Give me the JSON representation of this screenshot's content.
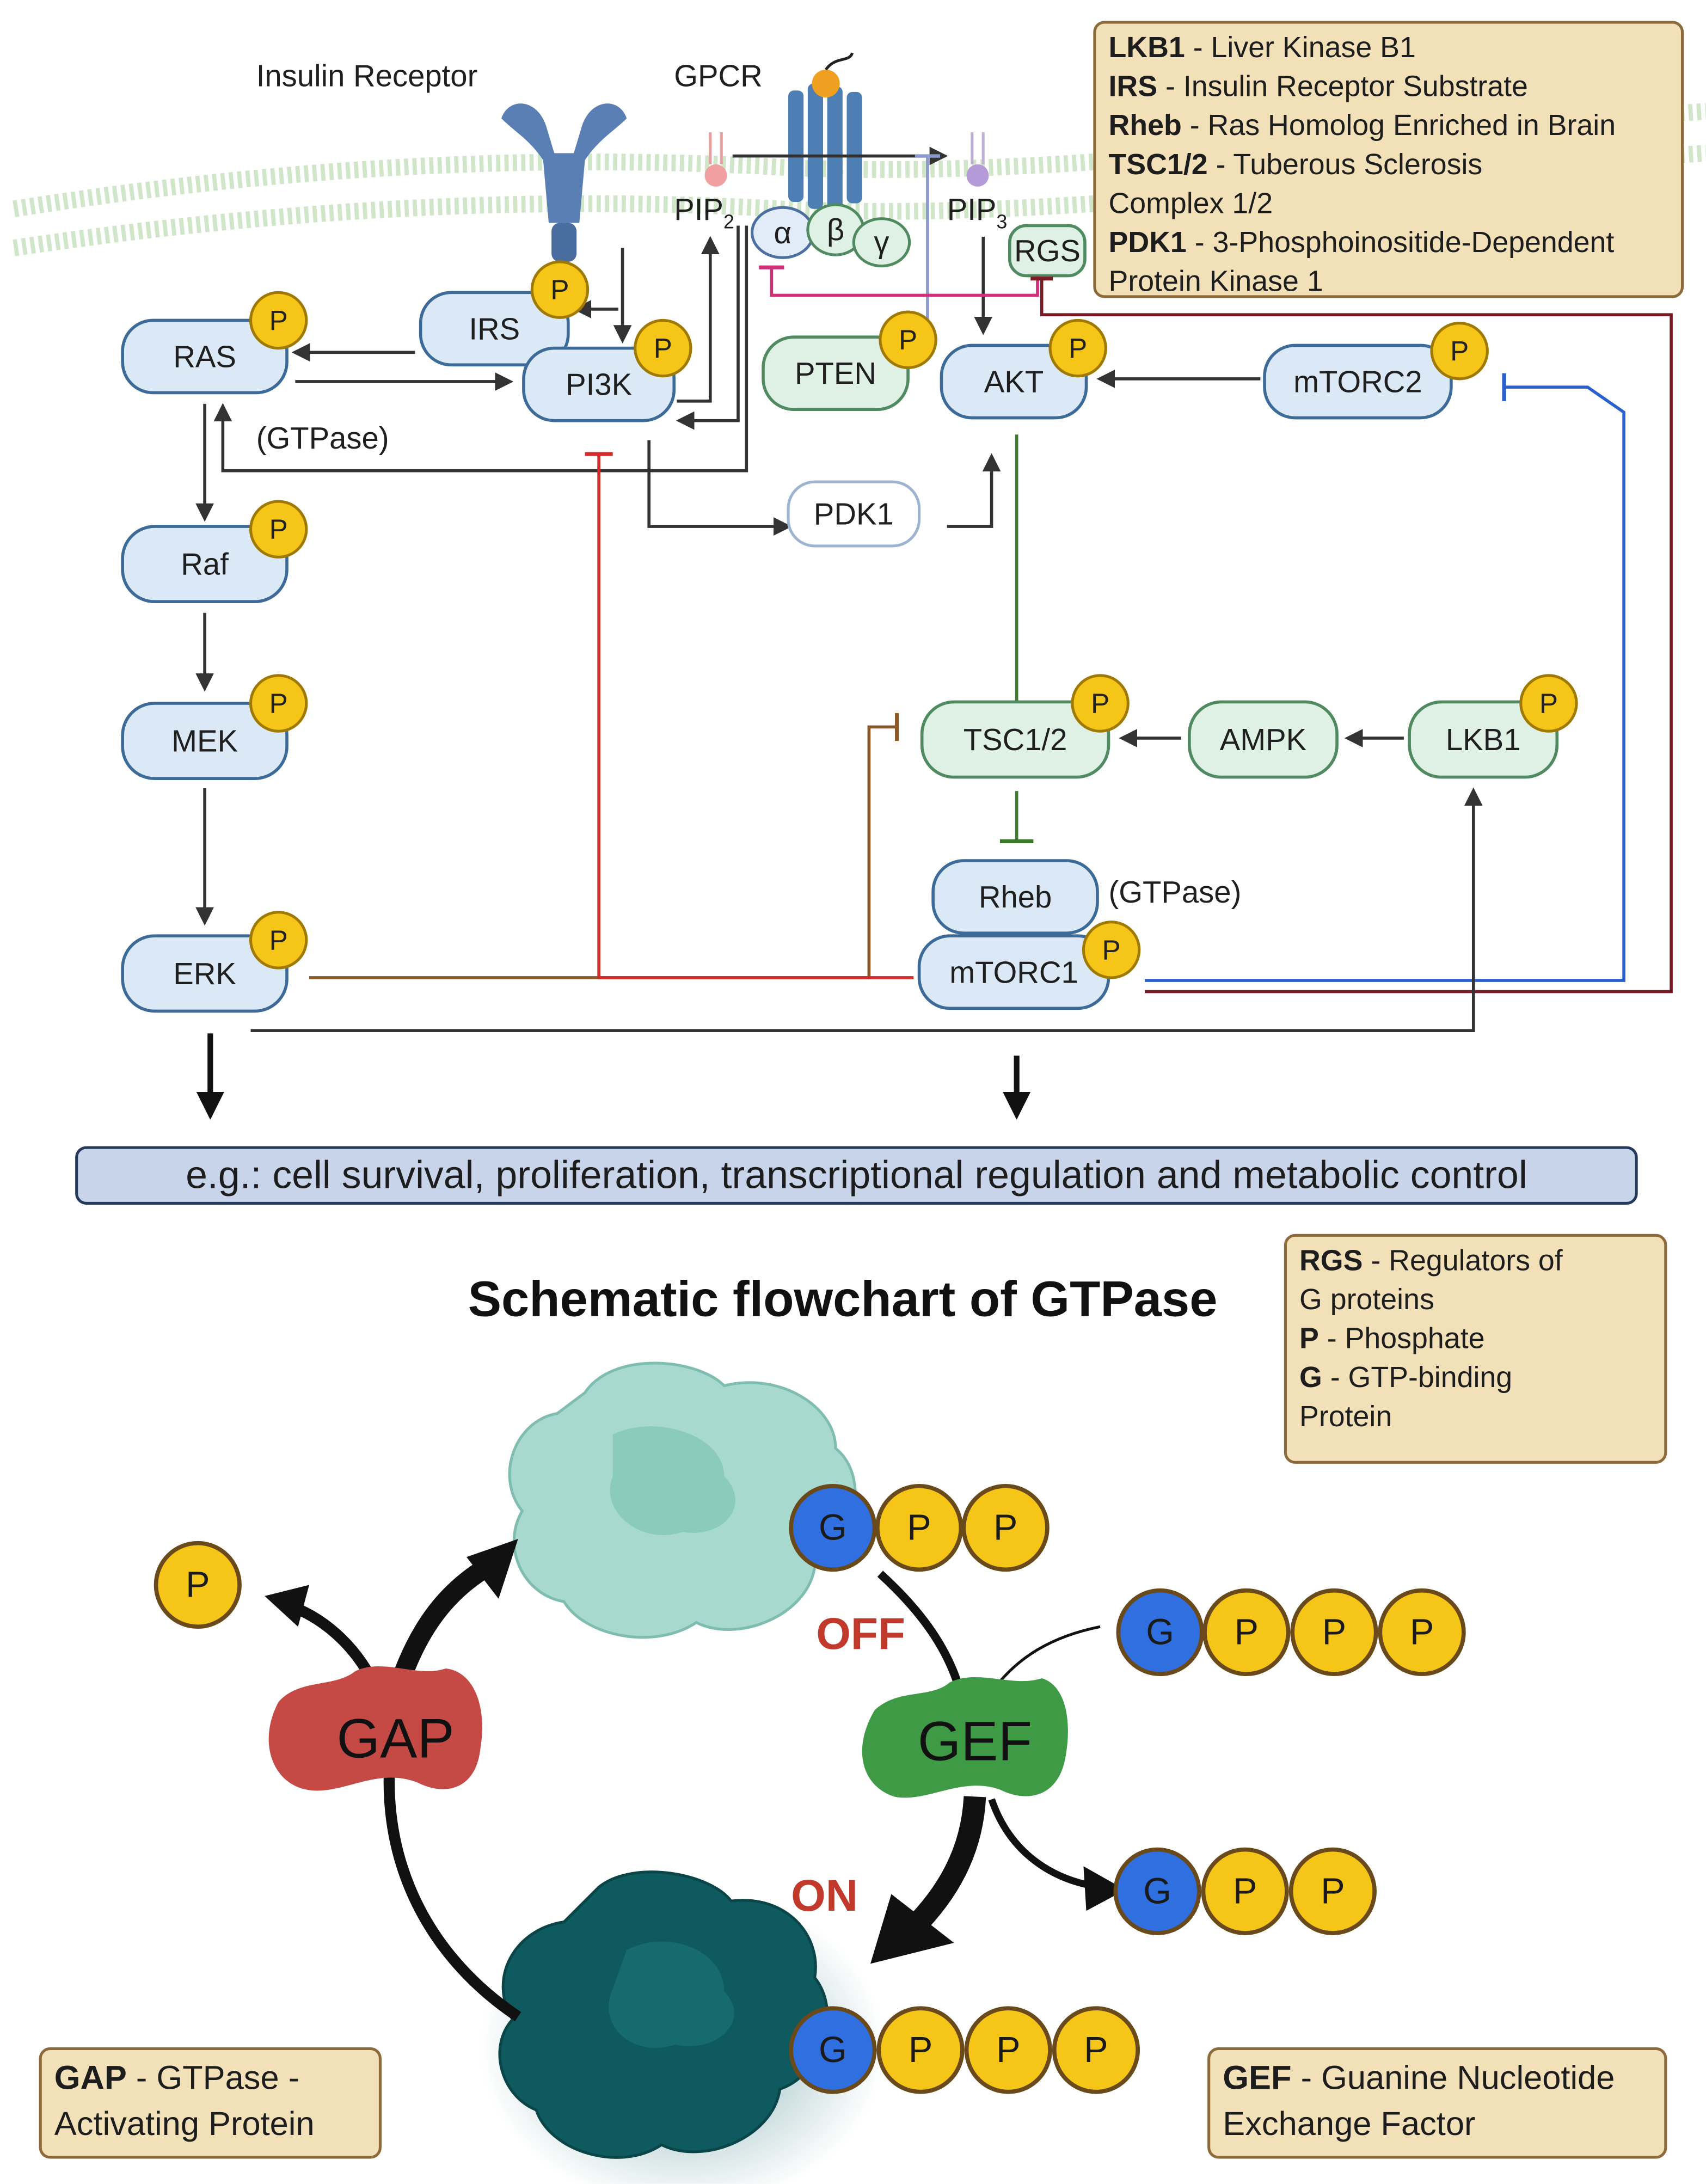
{
  "membrane": {
    "insulin_receptor": "Insulin Receptor",
    "gpcr": "GPCR",
    "pip2": "PIP",
    "pip2_sub": "2",
    "pip3": "PIP",
    "pip3_sub": "3",
    "alpha": "α",
    "beta": "β",
    "gamma": "γ",
    "rgs": "RGS"
  },
  "nodes": {
    "ras": "RAS",
    "irs": "IRS",
    "pi3k": "PI3K",
    "pten": "PTEN",
    "akt": "AKT",
    "mtorc2": "mTORC2",
    "pdk1": "PDK1",
    "raf": "Raf",
    "mek": "MEK",
    "erk": "ERK",
    "tsc": "TSC1/2",
    "ampk": "AMPK",
    "lkb1": "LKB1",
    "rheb": "Rheb",
    "mtorc1": "mTORC1"
  },
  "labels": {
    "gtpase_ras": "(GTPase)",
    "gtpase_rheb": "(GTPase)",
    "phosphate": "P"
  },
  "legend_top": [
    {
      "term": "LKB1",
      "desc": " - Liver Kinase B1"
    },
    {
      "term": "IRS",
      "desc": " - Insulin Receptor Substrate"
    },
    {
      "term": "Rheb",
      "desc": " - Ras Homolog Enriched in Brain"
    },
    {
      "term": "TSC1/2",
      "desc": " - Tuberous Sclerosis"
    },
    {
      "term": "",
      "desc": "Complex 1/2"
    },
    {
      "term": "PDK1",
      "desc": " - 3-Phosphoinositide-Dependent"
    },
    {
      "term": "",
      "desc": "Protein Kinase 1"
    }
  ],
  "outcome": "e.g.: cell survival, proliferation, transcriptional regulation and metabolic control",
  "flowchart": {
    "title": "Schematic flowchart of GTPase",
    "legend": [
      {
        "term": "RGS",
        "desc": " - Regulators of"
      },
      {
        "term": "",
        "desc": "G proteins"
      },
      {
        "term": "P",
        "desc": " - Phosphate"
      },
      {
        "term": "G",
        "desc": " - GTP-binding"
      },
      {
        "term": "",
        "desc": "Protein"
      }
    ],
    "gap_legend": [
      {
        "term": "GAP",
        "desc": " - GTPase -"
      },
      {
        "term": "",
        "desc": "Activating Protein"
      }
    ],
    "gef_legend": [
      {
        "term": "GEF",
        "desc": " - Guanine Nucleotide"
      },
      {
        "term": "",
        "desc": "Exchange Factor"
      }
    ],
    "gap": "GAP",
    "gef": "GEF",
    "off": "OFF",
    "on": "ON",
    "g": "G",
    "p": "P"
  },
  "colors": {
    "blue_node": "#dbe8f5",
    "green_node": "#dff1e4",
    "phosphate": "#f5c518",
    "g_protein": "#2f6fe0",
    "gap": "#c54a45",
    "gef": "#3f9a46",
    "legend": "#f1e0b8"
  }
}
